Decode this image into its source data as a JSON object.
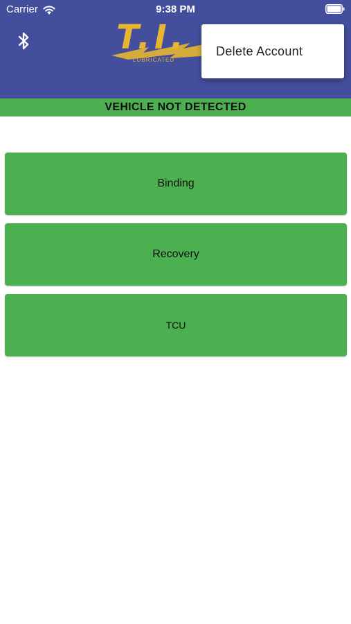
{
  "status_bar": {
    "carrier": "Carrier",
    "time": "9:38 PM"
  },
  "app_bar": {
    "background_color": "#434f9c",
    "bluetooth_icon": "bluetooth-icon",
    "logo": {
      "text": "T.I.",
      "subtitle": "LUBRICATED",
      "color": "#e8b530"
    }
  },
  "popup_menu": {
    "items": [
      {
        "label": "Delete Account"
      }
    ]
  },
  "banner": {
    "text": "VEHICLE NOT DETECTED",
    "color": "#4caf50"
  },
  "actions": [
    {
      "label": "Binding"
    },
    {
      "label": "Recovery"
    },
    {
      "label": "TCU"
    }
  ],
  "accent_color": "#4caf50"
}
